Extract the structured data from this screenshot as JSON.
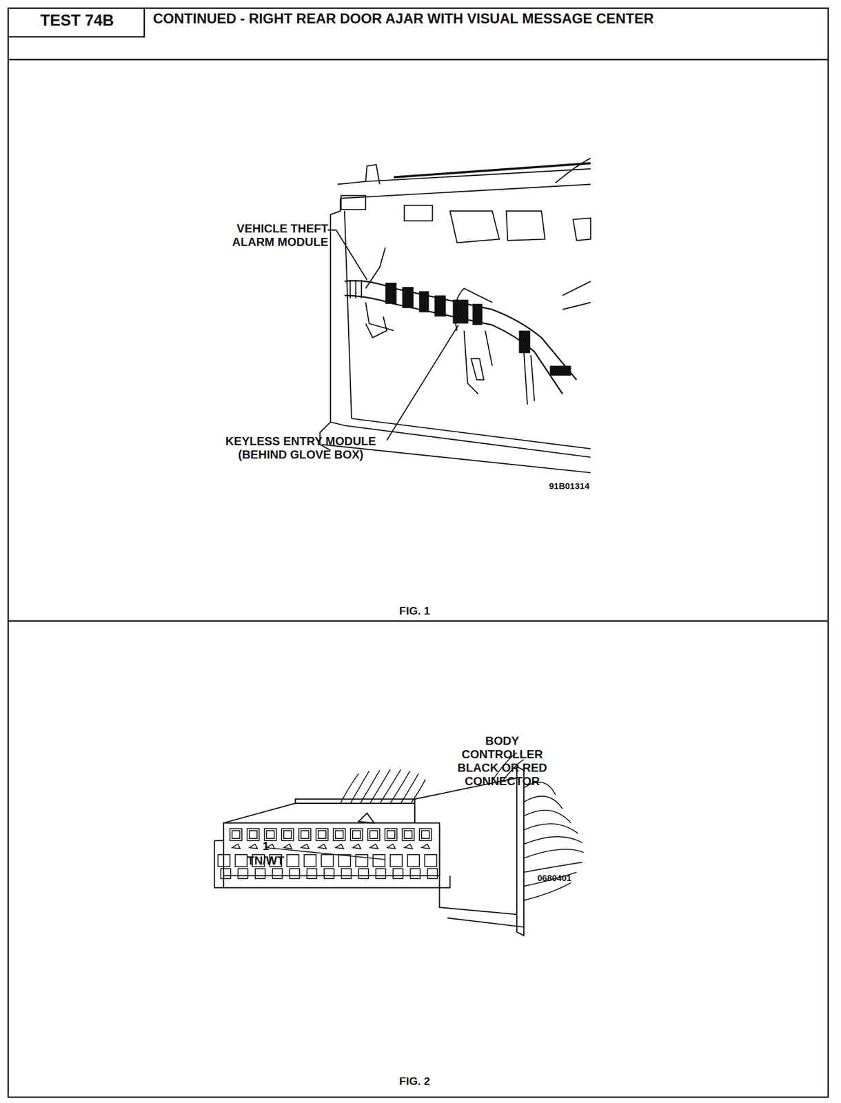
{
  "diagram": {
    "title": "CONTINUED - RIGHT REAR DOOR AJAR WITH VISUAL MESSAGE CENTER",
    "labels": [
      "TEST 74B",
      "VEHICLE THEFT ALARM MODULE",
      "KEYLESS ENTRY MODULE (BEHIND GLOVE BOX)",
      "91B01314",
      "FIG. 1",
      "BODY CONTROLLER BLACK OR RED CONNECTOR",
      "1",
      "TN/WT",
      "0680401",
      "FIG. 2"
    ]
  }
}
